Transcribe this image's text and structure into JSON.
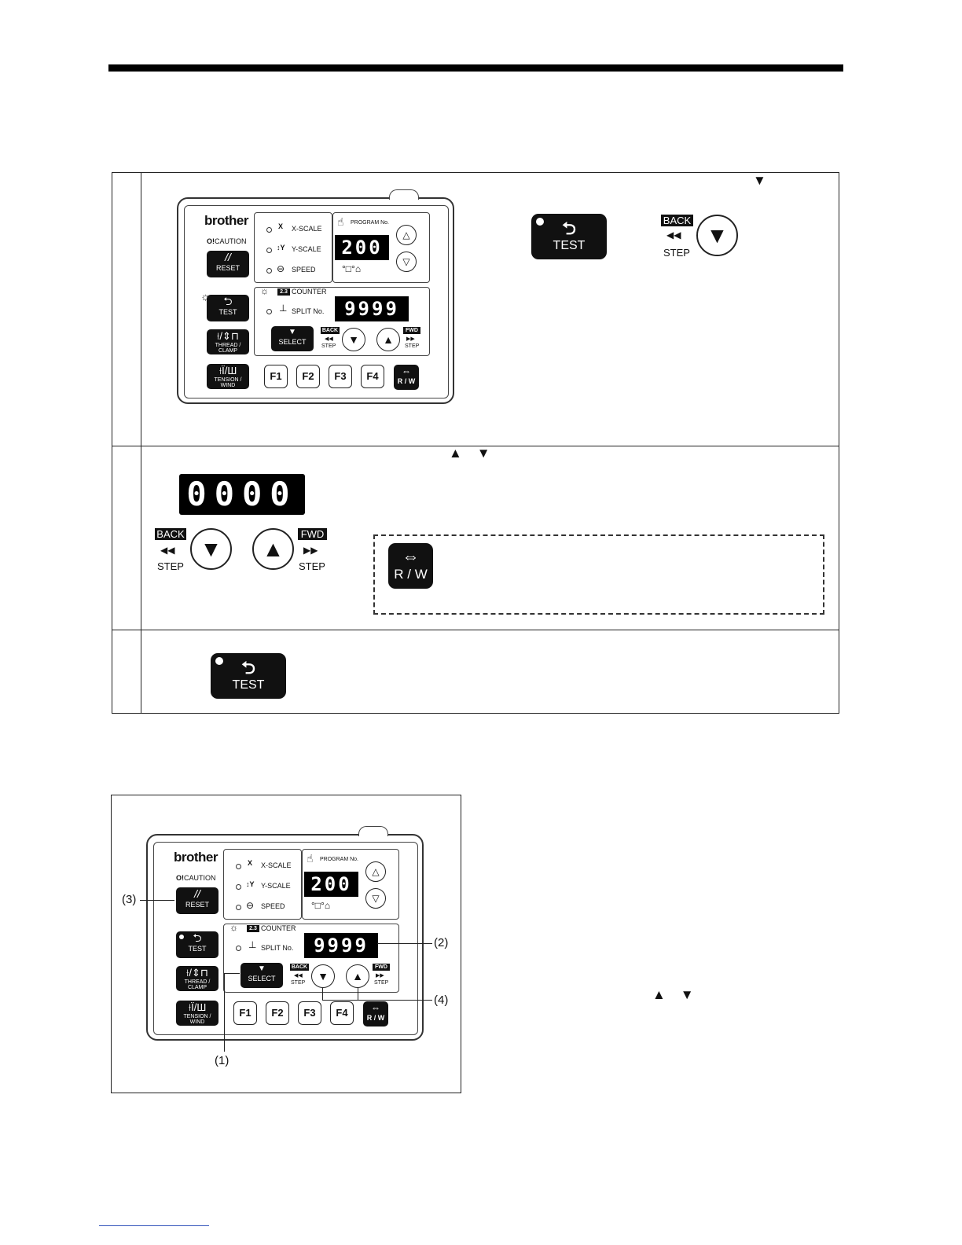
{
  "panel": {
    "brand": "brother",
    "caution": "CAUTION",
    "caution_mark": "O!",
    "x_scale": "X-SCALE",
    "x_symbol": "X",
    "y_scale": "Y-SCALE",
    "y_symbol": "Y",
    "speed": "SPEED",
    "program_no": "PROGRAM No.",
    "program_display": "200",
    "counter": "COUNTER",
    "counter_badge": "2.3",
    "split_no": "SPLIT No.",
    "counter_display": "9999",
    "reset": "RESET",
    "test": "TEST",
    "thread_clamp": "THREAD / CLAMP",
    "tension_wind": "TENSION / WIND",
    "select": "SELECT",
    "back": "BACK",
    "fwd": "FWD",
    "step": "STEP",
    "f1": "F1",
    "f2": "F2",
    "f3": "F3",
    "f4": "F4",
    "rw": "R / W"
  },
  "row1": {
    "test_label": "TEST",
    "back_label": "BACK",
    "step_label": "STEP",
    "down_arrow": "▼"
  },
  "row2": {
    "display": "0000",
    "arrows": "▲    ▼",
    "back_label": "BACK",
    "fwd_label": "FWD",
    "step_left": "STEP",
    "step_right": "STEP",
    "rw_label": "R / W"
  },
  "row3": {
    "test_label": "TEST"
  },
  "figure": {
    "callout_1": "(1)",
    "callout_2": "(2)",
    "callout_3": "(3)",
    "callout_4": "(4)"
  },
  "side": {
    "arrows": "▲    ▼"
  },
  "colors": {
    "ink": "#111111",
    "paper": "#ffffff",
    "link": "#3355bb"
  },
  "icons": [
    "return-icon",
    "down-triangle-icon",
    "up-triangle-icon",
    "rewind-icon",
    "fast-forward-icon",
    "rw-arrow-icon",
    "reset-icon",
    "caution-icon"
  ]
}
